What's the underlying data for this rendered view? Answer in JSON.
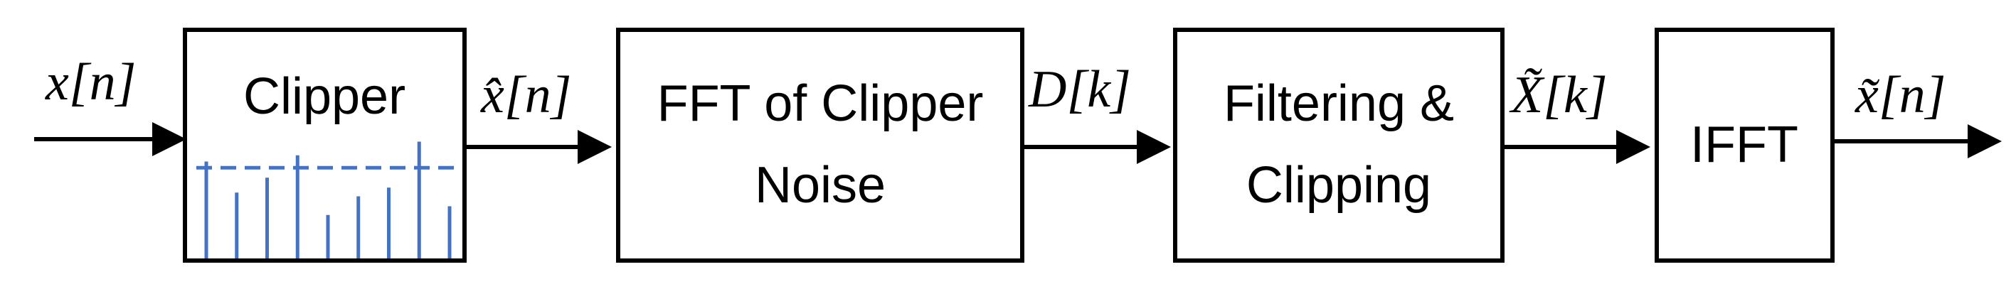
{
  "diagram": {
    "blocks": [
      {
        "id": "clipper",
        "lines": [
          "Clipper"
        ]
      },
      {
        "id": "fft",
        "lines": [
          "FFT of Clipper",
          "Noise"
        ]
      },
      {
        "id": "filter",
        "lines": [
          "Filtering &",
          "Clipping"
        ]
      },
      {
        "id": "ifft",
        "lines": [
          "IFFT"
        ]
      }
    ],
    "signals": [
      {
        "id": "input",
        "label": "x[n]"
      },
      {
        "id": "clipped",
        "label": "x̂[n]"
      },
      {
        "id": "noise-spectrum",
        "label": "D[k]"
      },
      {
        "id": "filtered-spectrum",
        "label": "X̃[k]"
      },
      {
        "id": "output",
        "label": "x̃[n]"
      }
    ],
    "clipper_icon": {
      "spike_heights": [
        0.78,
        0.53,
        0.65,
        0.83,
        0.35,
        0.5,
        0.57,
        0.94,
        0.42
      ],
      "clip_level": 0.73
    },
    "colors": {
      "stroke": "#000000",
      "icon": "#4472c4",
      "background": "#ffffff"
    }
  }
}
